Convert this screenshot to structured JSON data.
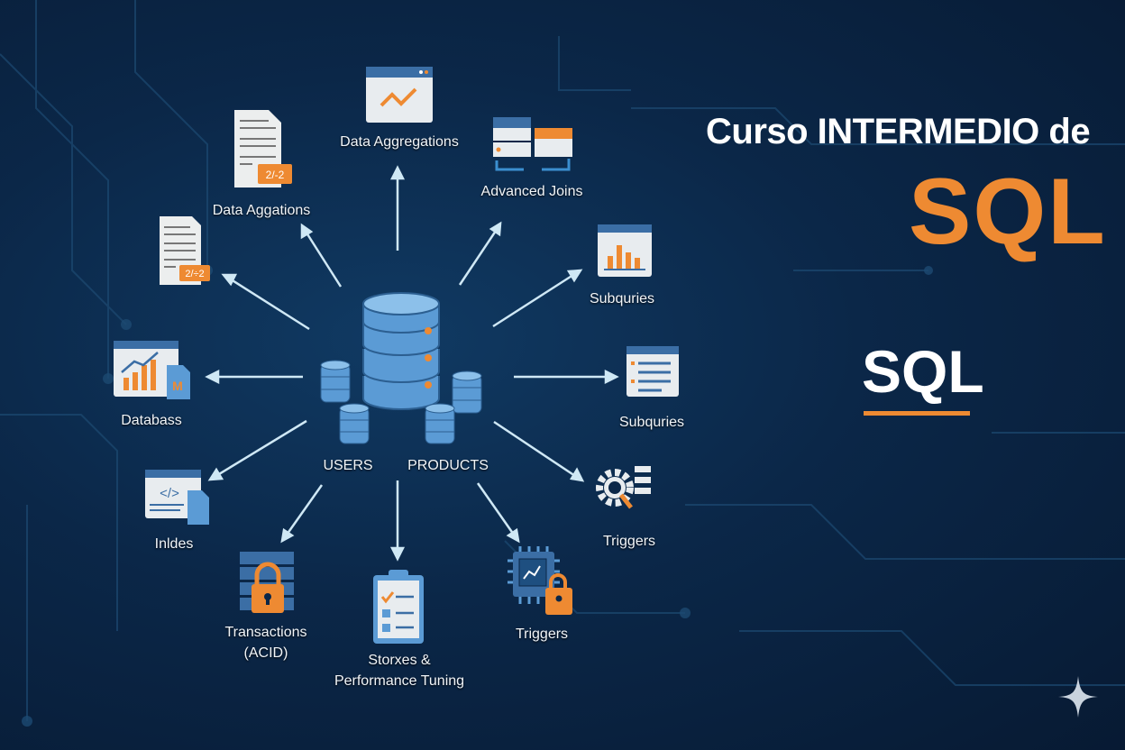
{
  "title": {
    "line1": "Curso INTERMEDIO de",
    "line2": "SQL",
    "badge": "SQL"
  },
  "center": {
    "users_label": "USERS",
    "products_label": "PRODUCTS"
  },
  "nodes": [
    {
      "label": "Data Aggregations",
      "icon": "chart-window-icon"
    },
    {
      "label": "Advanced Joins",
      "icon": "joined-tables-icon"
    },
    {
      "label": "Data Aggations",
      "icon": "document-icon",
      "badge": "2/-2"
    },
    {
      "badge": "2/÷2",
      "icon": "document-icon"
    },
    {
      "label": "Subquries",
      "icon": "bar-chart-window-icon"
    },
    {
      "label": "Subquries",
      "icon": "list-window-icon"
    },
    {
      "label": "Databass",
      "icon": "chart-dashboard-icon"
    },
    {
      "label": "Inldes",
      "icon": "code-window-icon"
    },
    {
      "label": "Transactions",
      "label2": "(ACID)",
      "icon": "locked-table-icon"
    },
    {
      "label": "Storxes &",
      "label2": "Performance Tuning",
      "icon": "checklist-icon"
    },
    {
      "label": "Triggers",
      "icon": "chip-lock-icon"
    },
    {
      "label": "Triggers",
      "icon": "gear-search-icon"
    }
  ],
  "colors": {
    "accent": "#ee8a32",
    "db_blue": "#5b9bd5",
    "bg": "#0b2748"
  }
}
